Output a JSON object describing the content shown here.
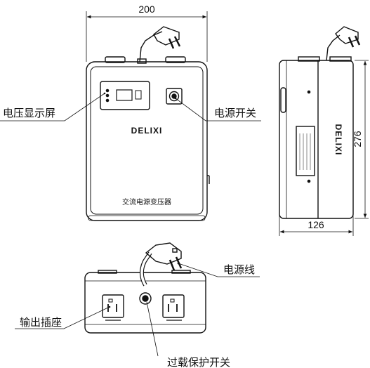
{
  "dimensions": {
    "width": "200",
    "height": "276",
    "depth": "126"
  },
  "front": {
    "brand": "DELIXI",
    "product_name": "交流电源变压器"
  },
  "side": {
    "brand_vertical": "DELIXI"
  },
  "callouts": {
    "voltage_display": "电压显示屏",
    "power_switch": "电源开关",
    "power_cord": "电源线",
    "output_socket": "输出插座",
    "overload_switch": "过载保护开关"
  },
  "colors": {
    "line": "#111111",
    "body_fill": "#ffffff"
  }
}
